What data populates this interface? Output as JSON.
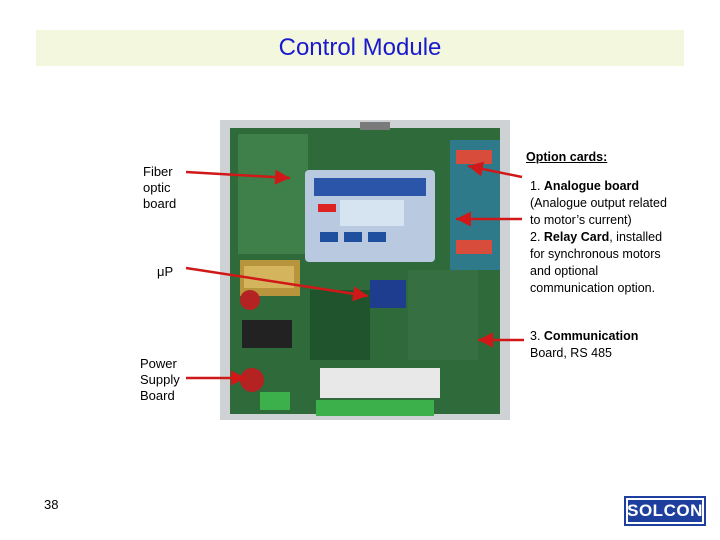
{
  "slide": {
    "title": "Control Module",
    "page_number": "38"
  },
  "left_labels": {
    "fiber": [
      "Fiber",
      "optic",
      "board"
    ],
    "up": "μP",
    "power": [
      "Power",
      "Supply",
      "Board"
    ]
  },
  "right": {
    "option_heading": "Option cards:",
    "item1_prefix": "1. ",
    "item1_bold": "Analogue board",
    "item1_rest": [
      "(Analogue output related",
      "to motor’s current)"
    ],
    "item2_prefix": "2. ",
    "item2_bold": "Relay Card",
    "item2_rest_first": ", installed",
    "item2_rest": [
      "for synchronous motors",
      "and optional",
      "communication option."
    ],
    "item3_prefix": "3. ",
    "item3_bold": "Communication",
    "item3_rest": "Board, RS 485"
  },
  "logo": {
    "text": "SOLCON"
  },
  "colors": {
    "title": "#1a1acc",
    "band": "#f2f7dd",
    "arrow": "#d01818",
    "logo": "#1f3f9e"
  }
}
